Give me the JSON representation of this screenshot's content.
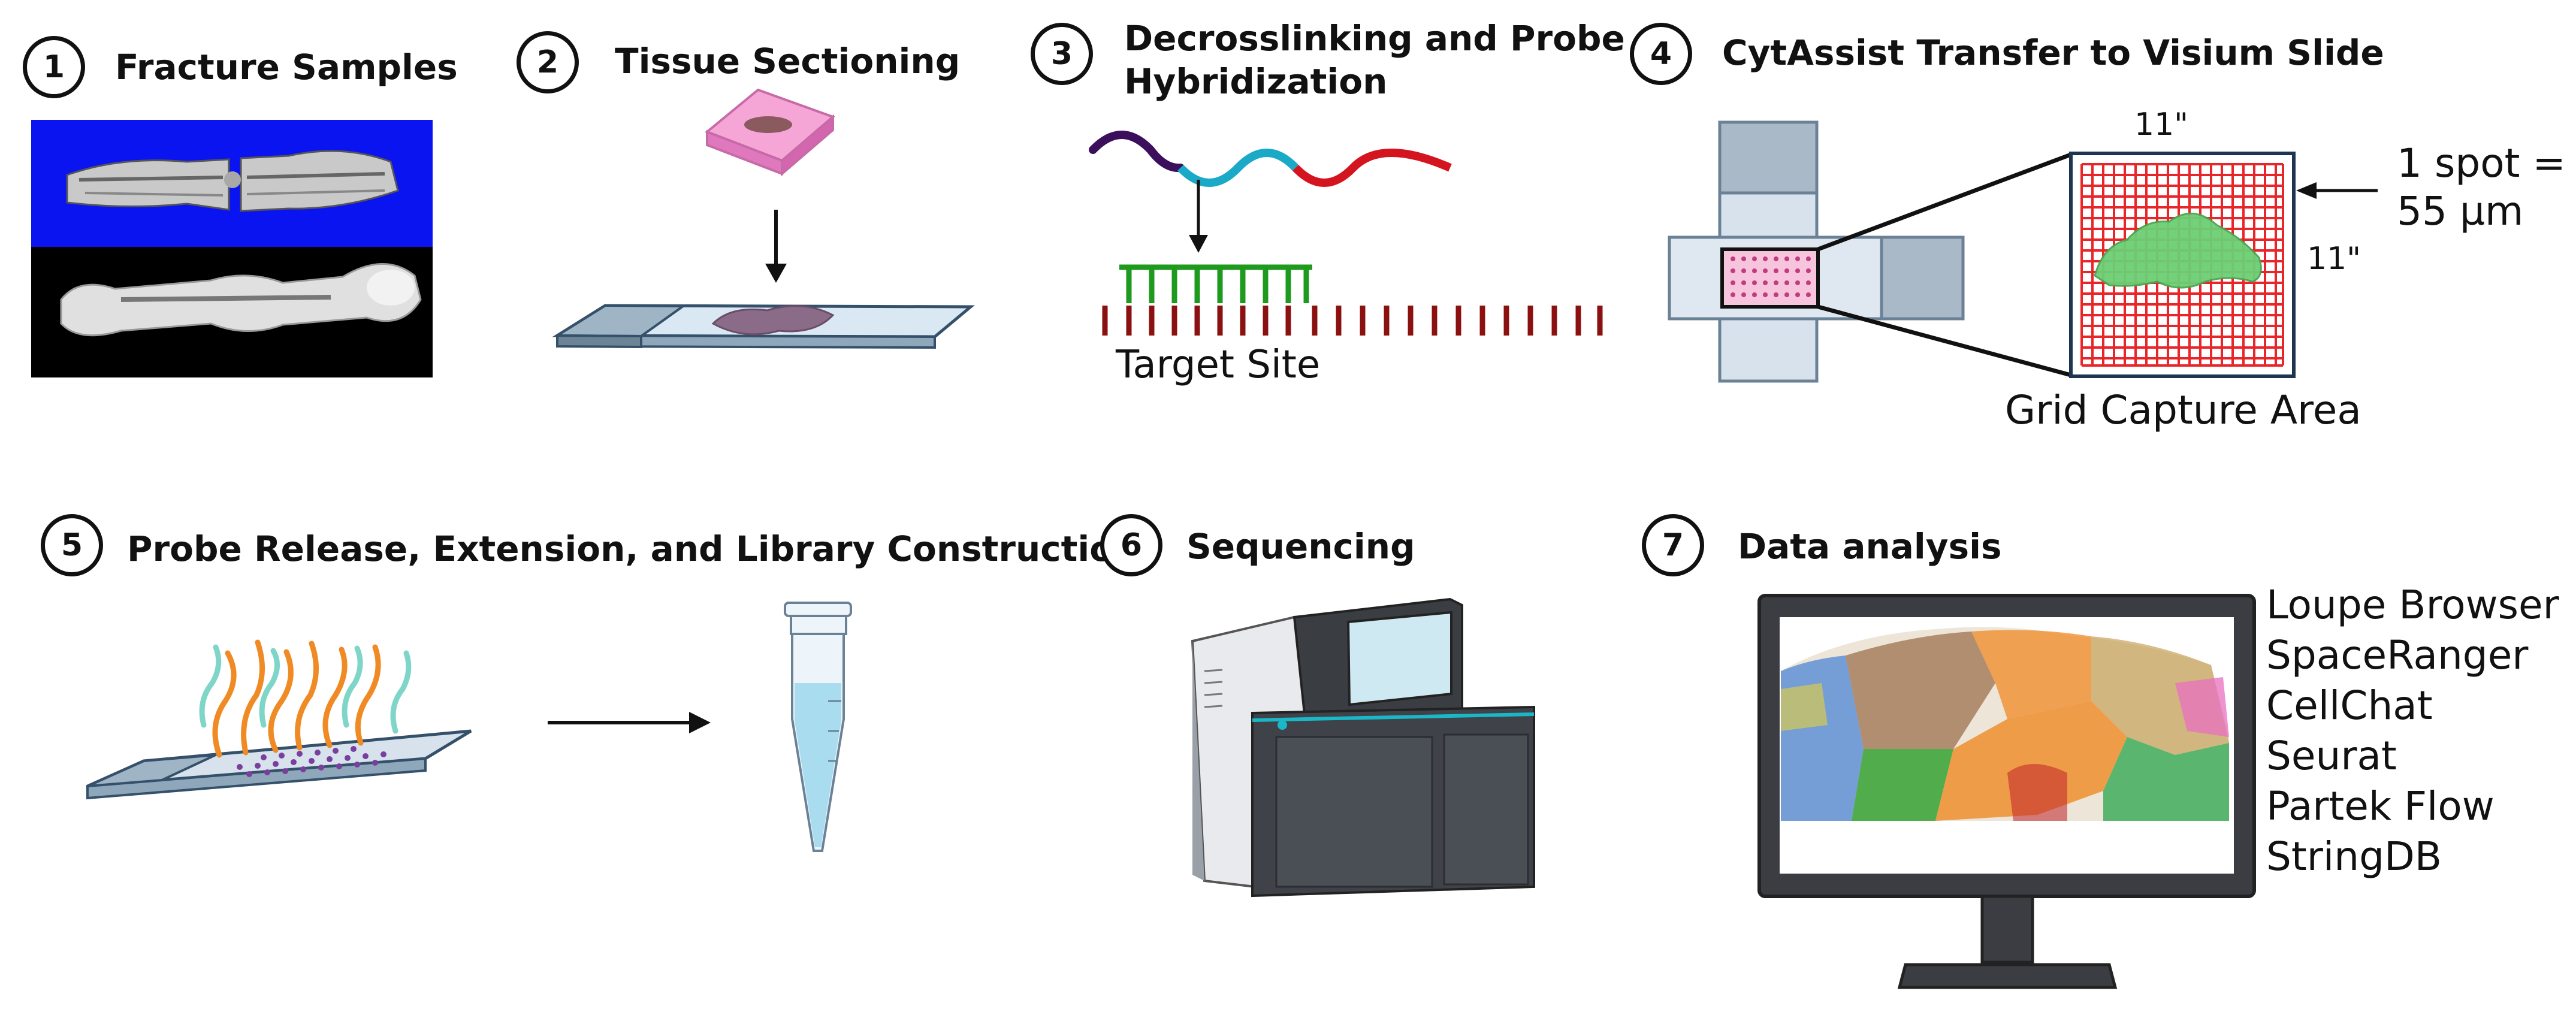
{
  "steps": [
    {
      "number": "1",
      "title": "Fracture Samples"
    },
    {
      "number": "2",
      "title": "Tissue Sectioning"
    },
    {
      "number": "3",
      "title": "Decrosslinking and Probe Hybridization"
    },
    {
      "number": "4",
      "title": "CytAssist Transfer to Visium Slide"
    },
    {
      "number": "5",
      "title": "Probe Release, Extension, and Library Construction"
    },
    {
      "number": "6",
      "title": "Sequencing"
    },
    {
      "number": "7",
      "title": "Data analysis"
    }
  ],
  "step3": {
    "title_line1": "Decrosslinking and Probe",
    "title_line2": "Hybridization",
    "target_label": "Target Site"
  },
  "step4": {
    "dim_top": "11\"",
    "dim_right": "11\"",
    "spot_line1": "1 spot =",
    "spot_line2": "55 µm",
    "grid_label": "Grid Capture Area"
  },
  "step7": {
    "tools": [
      "Loupe Browser",
      "SpaceRanger",
      "CellChat",
      "Seurat",
      "Partek Flow",
      "StringDB"
    ]
  },
  "colors": {
    "blue_bg": "#0a14f0",
    "probe_green": "#1e9a1e",
    "target_red": "#8b1010",
    "grid_red": "#e8262a",
    "tissue_green": "#5fbf66",
    "wave_purple": "#3b0f5c",
    "wave_cyan": "#1aa9c7",
    "wave_red": "#d4141e",
    "tube_blue": "#a9dcef"
  }
}
